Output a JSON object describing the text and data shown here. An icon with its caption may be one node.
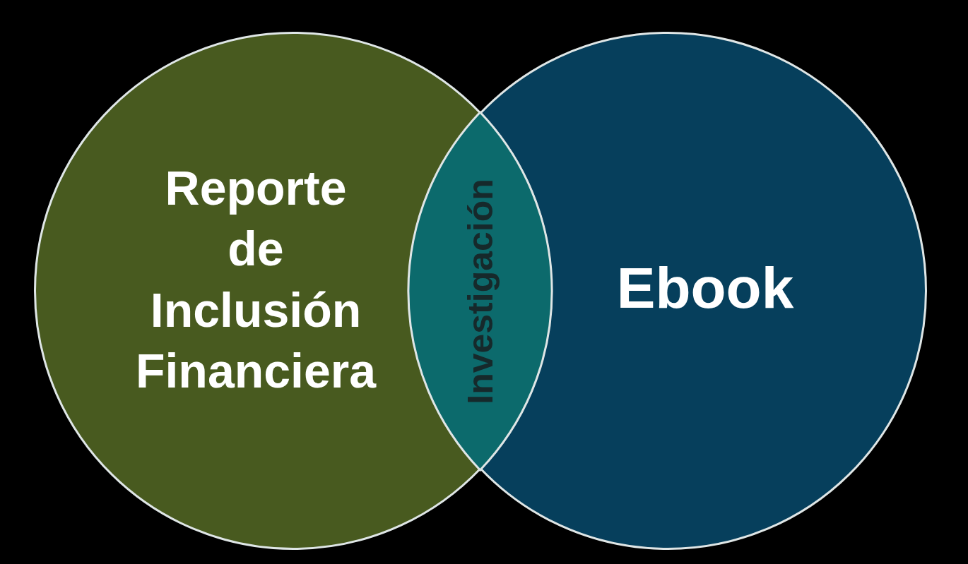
{
  "diagram": {
    "nodes": [
      {
        "text": [
          "Reporte de Inclusión Financiera"
        ]
      },
      {
        "text": [
          "Investigación"
        ]
      },
      {
        "text": [
          "Ebook"
        ]
      }
    ]
  }
}
